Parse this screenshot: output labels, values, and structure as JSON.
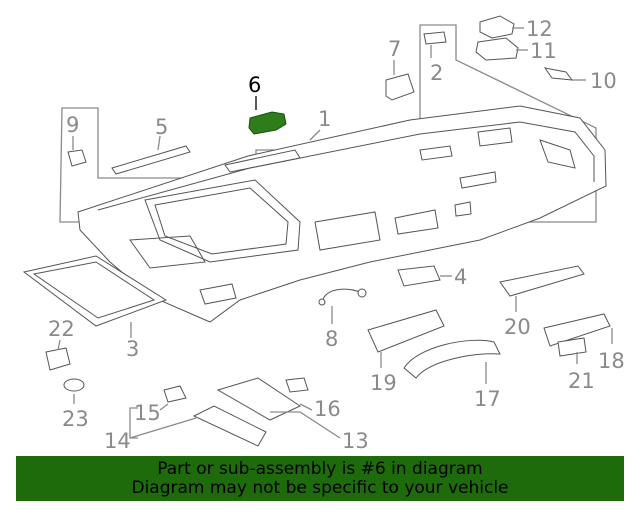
{
  "highlight_color": "#2e7d1a",
  "banner_color": "#1e6b0b",
  "callouts": {
    "c1": "1",
    "c2": "2",
    "c3": "3",
    "c4": "4",
    "c5": "5",
    "c6": "6",
    "c7": "7",
    "c8": "8",
    "c9": "9",
    "c10": "10",
    "c11": "11",
    "c12": "12",
    "c13": "13",
    "c14": "14",
    "c15": "15",
    "c16": "16",
    "c17": "17",
    "c18": "18",
    "c19": "19",
    "c20": "20",
    "c21": "21",
    "c22": "22",
    "c23": "23"
  },
  "banner": {
    "line1": "Part or sub-assembly is #6 in diagram",
    "line2": "Diagram may not be specific to your vehicle"
  }
}
